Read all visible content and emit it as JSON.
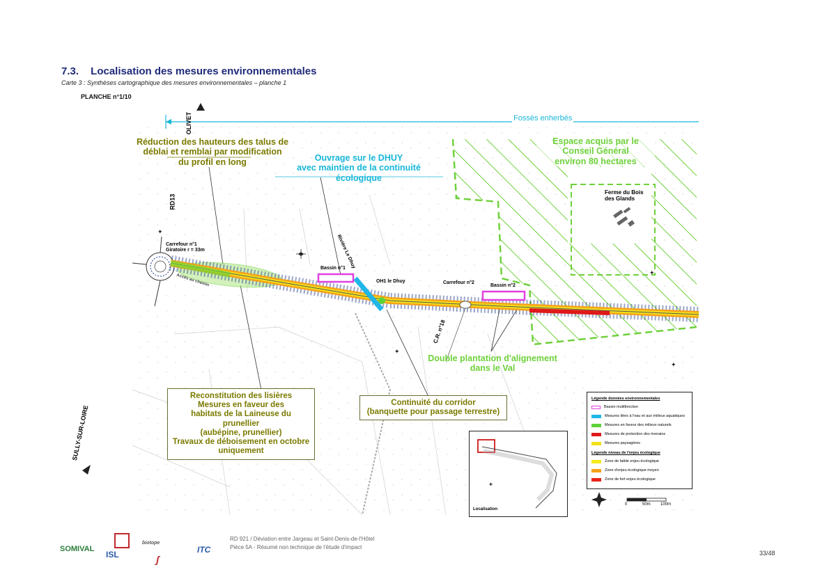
{
  "header": {
    "section_number": "7.3.",
    "section_title": "Localisation des mesures environnementales",
    "caption": "Carte 3 : Synthèses cartographique des mesures environnementales – planche 1",
    "planche": "PLANCHE n°1/10"
  },
  "map": {
    "fosses": "Fossés enherbés",
    "olivet": "OLIVET",
    "rd13": "RD13",
    "sully": "SULLY-SUR-LOIRE",
    "carrefour1": [
      "Carrefour n°1",
      "Giratoire  r = 33m"
    ],
    "acces": "Accès au chemin",
    "bassin1": "Bassin n°1",
    "bassin2": "Bassin n°2",
    "carrefour2": "Carrefour n°2",
    "oh1": "OH1 le Dhuy",
    "riviere": "Rivière  Le Dhuy",
    "cr18": "C.R. n°18",
    "ferme": [
      "Ferme du Bois",
      "des Glands"
    ],
    "annotations": {
      "reduction": [
        "Réduction des hauteurs des talus de",
        "déblai et remblai par modification",
        "du profil en long"
      ],
      "ouvrage": [
        "Ouvrage sur le DHUY",
        "avec maintien de la continuité écologique"
      ],
      "espace": [
        "Espace acquis par le",
        "Conseil Général",
        "environ  80 hectares"
      ],
      "double": [
        "Double plantation d'alignement",
        "dans le Val"
      ],
      "continuite": [
        "Continuité du corridor",
        "(banquette pour passage terrestre)"
      ],
      "reconstitution": [
        "Reconstitution des lisières",
        "Mesures en faveur des",
        "habitats de la Laineuse du prunellier",
        "(aubépine, prunellier)",
        "Travaux de déboisement en octobre",
        "uniquement"
      ]
    },
    "legend": {
      "heading1": "Légende données environnementales",
      "heading2": "Légende niveau de l'enjeu écologique",
      "items1": [
        {
          "label": "Bassin multifonction",
          "color": "#e040e0"
        },
        {
          "label": "Mesures liées à l'eau et aux milieux aquatiques",
          "color": "#1fb6e8"
        },
        {
          "label": "Mesures en faveur des milieux naturels",
          "color": "#5fd23a"
        },
        {
          "label": "Mesures de protection des riverains",
          "color": "#e01818"
        },
        {
          "label": "Mesures paysagères",
          "color": "#f3e11a"
        }
      ],
      "items2": [
        {
          "label": "Zone de faible enjeu écologique",
          "color": "#f7ea1d"
        },
        {
          "label": "Zone d'enjeu écologique moyen",
          "color": "#f6a21a"
        },
        {
          "label": "Zone de fort enjeu écologique",
          "color": "#e7261a"
        }
      ]
    },
    "scale": [
      "0",
      "50m",
      "100m"
    ],
    "inset_label": "Localisation"
  },
  "footer": {
    "line1": "RD 921 / Déviation entre Jargeau et Saint-Denis-de-l'Hôtel",
    "line2": "Pièce 5A  -  Résumé non technique de l'étude d'impact",
    "page": "33/48",
    "logos": [
      "SOMIVAL",
      "ISL",
      "ITC",
      "biotope"
    ]
  }
}
